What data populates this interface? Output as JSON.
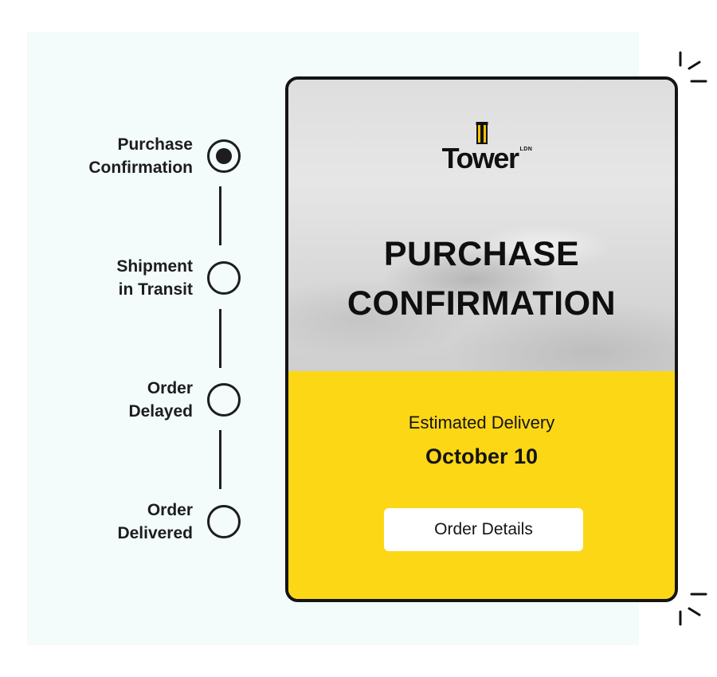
{
  "timeline": {
    "steps": [
      {
        "line1": "Purchase",
        "line2": "Confirmation",
        "active": true
      },
      {
        "line1": "Shipment",
        "line2": "in Transit",
        "active": false
      },
      {
        "line1": "Order",
        "line2": "Delayed",
        "active": false
      },
      {
        "line1": "Order",
        "line2": "Delivered",
        "active": false
      }
    ]
  },
  "card": {
    "brand": {
      "name": "Tower",
      "suffix": "LDN"
    },
    "title_line1": "PURCHASE",
    "title_line2": "CONFIRMATION",
    "estimated_label": "Estimated Delivery",
    "estimated_date": "October 10",
    "button_label": "Order Details"
  },
  "colors": {
    "accent_yellow": "#fcd716",
    "dark": "#141414",
    "panel_background": "#f3fbfb",
    "logo_yellow": "#f5c400"
  }
}
